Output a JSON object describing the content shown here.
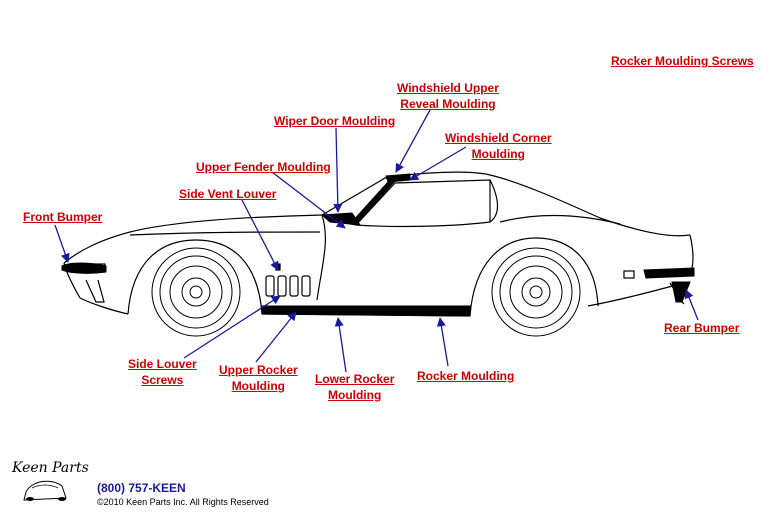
{
  "labels": {
    "rocker_moulding_screws": "Rocker Moulding Screws",
    "windshield_upper_1": "Windshield Upper",
    "windshield_upper_2": "Reveal Moulding",
    "wiper_door": "Wiper Door Moulding",
    "windshield_corner_1": "Windshield Corner",
    "windshield_corner_2": "Moulding",
    "upper_fender": "Upper Fender Moulding",
    "side_vent_louver": "Side Vent Louver",
    "front_bumper": "Front Bumper",
    "rear_bumper": "Rear Bumper",
    "side_louver_screws_1": "Side Louver",
    "side_louver_screws_2": "Screws",
    "upper_rocker_1": "Upper Rocker",
    "upper_rocker_2": "Moulding",
    "lower_rocker_1": "Lower Rocker",
    "lower_rocker_2": "Moulding",
    "rocker_moulding": "Rocker Moulding"
  },
  "footer": {
    "logo_text": "Keen Parts",
    "phone": "(800) 757-KEEN",
    "copyright": "©2010 Keen Parts Inc. All Rights Reserved"
  },
  "colors": {
    "label": "#d10000",
    "arrow": "#1a1aa0",
    "outline": "#000000"
  }
}
